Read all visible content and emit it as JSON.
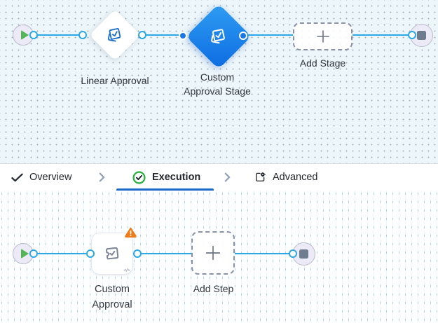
{
  "top_canvas": {
    "start_node": {
      "icon": "play-icon"
    },
    "nodes": [
      {
        "label": "Linear Approval",
        "icon": "approval-stage-icon",
        "selected": false
      },
      {
        "label_line1": "Custom",
        "label_line2": "Approval Stage",
        "icon": "approval-stage-icon",
        "selected": true
      }
    ],
    "add_button": {
      "label": "Add Stage",
      "icon": "plus-icon"
    },
    "end_node": {
      "icon": "stop-icon"
    }
  },
  "tab_bar": {
    "tabs": [
      {
        "label": "Overview",
        "icon": "check-icon",
        "active": false
      },
      {
        "label": "Execution",
        "icon": "check-circle-icon",
        "active": true
      },
      {
        "label": "Advanced",
        "icon": "advanced-settings-icon",
        "active": false
      }
    ]
  },
  "bottom_canvas": {
    "start_node": {
      "icon": "play-icon"
    },
    "node": {
      "label_line1": "Custom",
      "label_line2": "Approval",
      "icon": "approval-task-icon",
      "warning": true,
      "code_glyph": "</>"
    },
    "add_button": {
      "label": "Add Step",
      "icon": "plus-icon"
    },
    "end_node": {
      "icon": "stop-icon"
    }
  },
  "colors": {
    "connector_blue": "#2ba8e8",
    "selected_node_blue": "#1472e6",
    "tab_underline_blue": "#1b6ac9",
    "success_green": "#2eb344",
    "start_green": "#55b457",
    "end_slate": "#6f7c90",
    "warning_orange": "#ee7c18",
    "canvas_top_bg": "#edf6fa"
  }
}
